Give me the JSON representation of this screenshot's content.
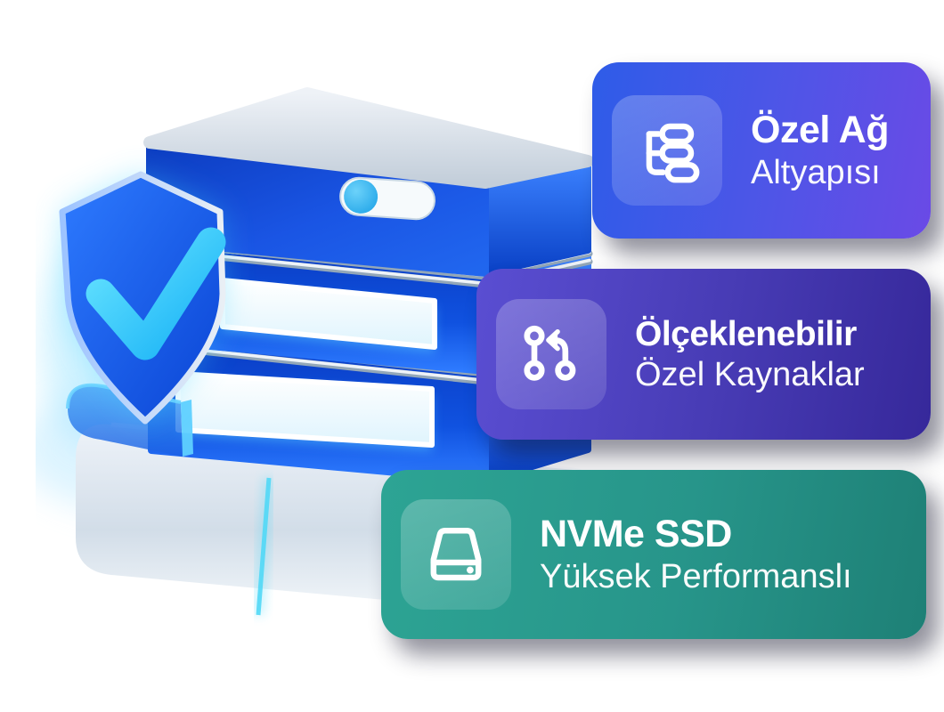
{
  "cards": [
    {
      "title": "Özel Ağ",
      "subtitle": "Altyapısı",
      "icon": "network-tree-icon",
      "gradient_from": "#2e5ce8",
      "gradient_to": "#6a4ae6"
    },
    {
      "title": "Ölçeklenebilir",
      "subtitle": "Özel Kaynaklar",
      "icon": "git-pull-request-icon",
      "gradient_from": "#5a4ed2",
      "gradient_to": "#36289a"
    },
    {
      "title": "NVMe SSD",
      "subtitle": "Yüksek Performanslı",
      "icon": "hard-drive-icon",
      "gradient_from": "#2da494",
      "gradient_to": "#1e8076"
    }
  ],
  "illustration": {
    "name": "3d-secure-server-stack",
    "elements": {
      "shield_badge": "shield-with-checkmark-icon",
      "server": "blue-server-stack",
      "toggle": "power-toggle-pill",
      "slots": "white-vent-slots",
      "rails": "silver-rails",
      "ribbon": "glass-ribbon-band",
      "base": "light-platform"
    },
    "colors": {
      "server_blue": "#0d4bda",
      "server_blue_bright": "#2e73f8",
      "top_slab_gray": "#d9e2ec",
      "check_cyan": "#35d4fe",
      "knob_cyan": "#3fb6ef",
      "base_gray": "#d6e0ea",
      "text": "#ffffff",
      "icon_tile_overlay": "rgba(255,255,255,0.17)",
      "background": "#ffffff"
    }
  }
}
